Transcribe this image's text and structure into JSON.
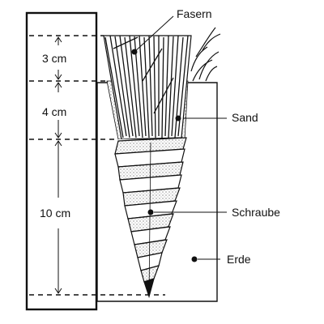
{
  "labels": {
    "fibers": "Fasern",
    "sand": "Sand",
    "screw": "Schraube",
    "soil": "Erde"
  },
  "dimensions": [
    {
      "value": "3 cm"
    },
    {
      "value": "4 cm"
    },
    {
      "value": "10 cm"
    }
  ]
}
